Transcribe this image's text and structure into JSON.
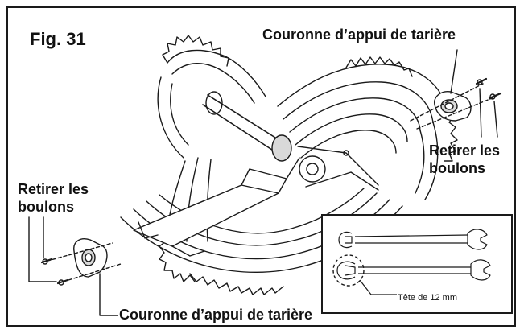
{
  "figure": {
    "label": "Fig. 31"
  },
  "callouts": {
    "top_collar": "Couronne d’appui de tarière",
    "right_bolts_line1": "Retirer les",
    "right_bolts_line2": "boulons",
    "left_bolts_line1": "Retirer les",
    "left_bolts_line2": "boulons",
    "bottom_collar": "Couronne d’appui de tarière"
  },
  "inset": {
    "caption": "Tête de 12 mm",
    "icon": "double-open-end-wrench-icon"
  },
  "colors": {
    "line": "#1a1a1a",
    "shade": "#d9d9d9",
    "background": "#ffffff"
  }
}
